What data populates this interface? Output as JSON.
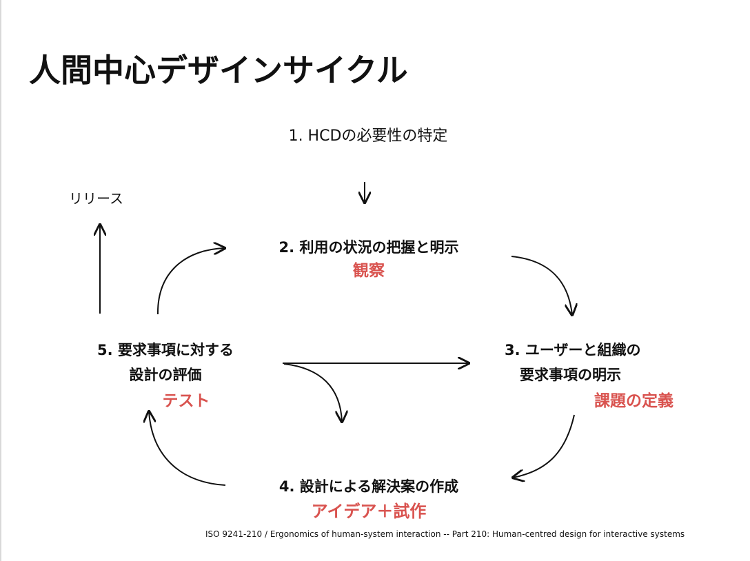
{
  "title": "人間中心デザインサイクル",
  "release": "リリース",
  "steps": {
    "s1": {
      "label": "1. HCDの必要性の特定"
    },
    "s2": {
      "label": "2. 利用の状況の把握と明示",
      "keyword": "観察"
    },
    "s3": {
      "label_line1": "3. ユーザーと組織の",
      "label_line2": "要求事項の明示",
      "keyword": "課題の定義"
    },
    "s4": {
      "label": "4. 設計による解決案の作成",
      "keyword": "アイデア＋試作"
    },
    "s5": {
      "label_line1": "5. 要求事項に対する",
      "label_line2": "設計の評価",
      "keyword": "テスト"
    }
  },
  "source": "ISO 9241-210 / Ergonomics of human-system interaction -- Part 210: Human-centred design for interactive systems",
  "colors": {
    "accent": "#d9534f",
    "text": "#111111"
  }
}
